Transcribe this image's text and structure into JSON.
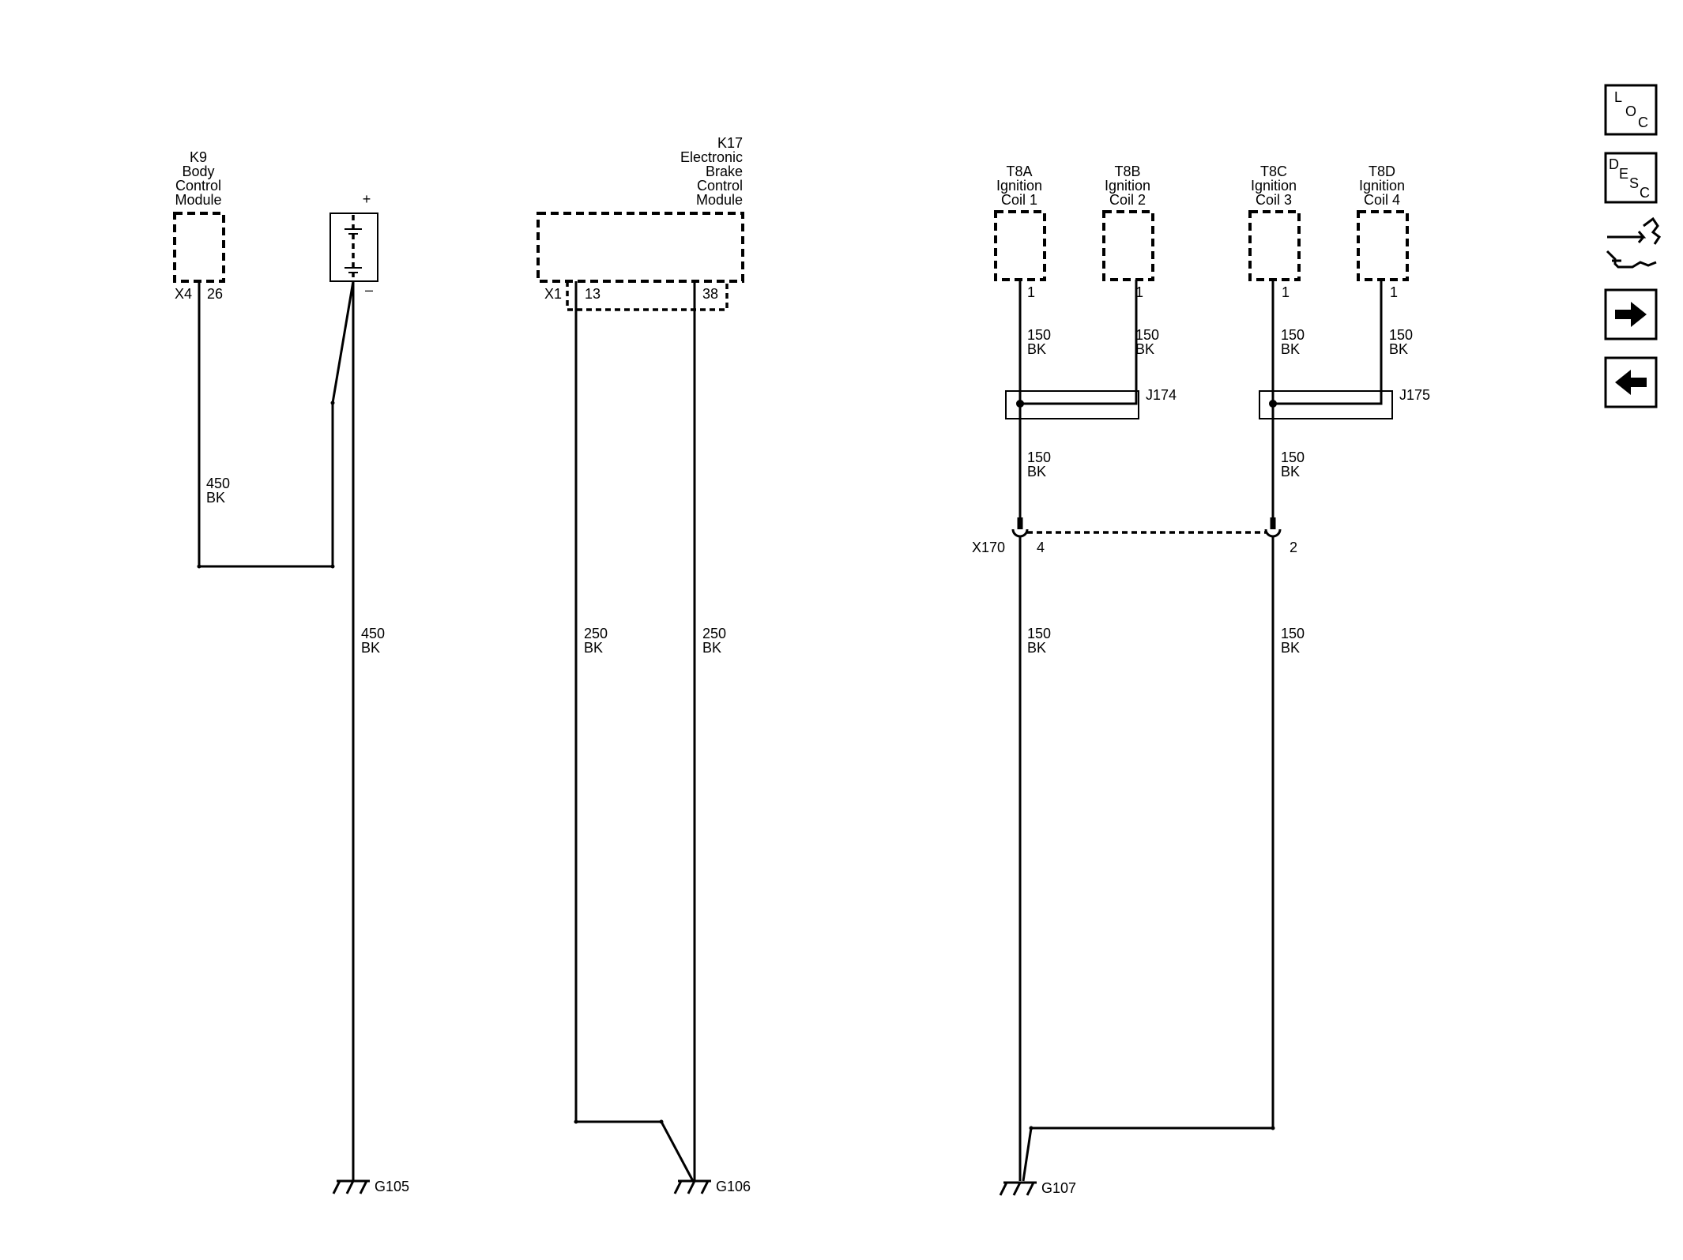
{
  "components": {
    "k9": {
      "id": "K9",
      "lines": [
        "Body",
        "Control",
        "Module"
      ],
      "connector": "X4",
      "pin": "26"
    },
    "battery": {
      "plus": "+",
      "minus": "–"
    },
    "k17": {
      "id": "K17",
      "lines": [
        "Electronic",
        "Brake",
        "Control",
        "Module"
      ],
      "connector": "X1",
      "pin_a": "13",
      "pin_b": "38"
    },
    "t8a": {
      "id": "T8A",
      "lines": [
        "Ignition",
        "Coil 1"
      ],
      "pin": "1"
    },
    "t8b": {
      "id": "T8B",
      "lines": [
        "Ignition",
        "Coil 2"
      ],
      "pin": "1"
    },
    "t8c": {
      "id": "T8C",
      "lines": [
        "Ignition",
        "Coil 3"
      ],
      "pin": "1"
    },
    "t8d": {
      "id": "T8D",
      "lines": [
        "Ignition",
        "Coil 4"
      ],
      "pin": "1"
    }
  },
  "splices": {
    "j174": "J174",
    "j175": "J175"
  },
  "connector_x170": {
    "id": "X170",
    "pin_a": "4",
    "pin_b": "2"
  },
  "wires": {
    "k9": {
      "gauge": "450",
      "color": "BK"
    },
    "battery": {
      "gauge": "450",
      "color": "BK"
    },
    "k17_13": {
      "gauge": "250",
      "color": "BK"
    },
    "k17_38": {
      "gauge": "250",
      "color": "BK"
    },
    "t8a": {
      "gauge": "150",
      "color": "BK"
    },
    "t8b": {
      "gauge": "150",
      "color": "BK"
    },
    "t8c": {
      "gauge": "150",
      "color": "BK"
    },
    "t8d": {
      "gauge": "150",
      "color": "BK"
    },
    "j174_out": {
      "gauge": "150",
      "color": "BK"
    },
    "j175_out": {
      "gauge": "150",
      "color": "BK"
    },
    "x170_4": {
      "gauge": "150",
      "color": "BK"
    },
    "x170_2": {
      "gauge": "150",
      "color": "BK"
    }
  },
  "grounds": {
    "g105": "G105",
    "g106": "G106",
    "g107": "G107"
  },
  "nav": {
    "loc": {
      "l": "L",
      "o": "O",
      "c": "C"
    },
    "desc": {
      "d": "D",
      "e": "E",
      "s": "S",
      "c": "C"
    },
    "icons": [
      "connector-repair-icon",
      "arrow-right-icon",
      "arrow-left-icon"
    ]
  }
}
